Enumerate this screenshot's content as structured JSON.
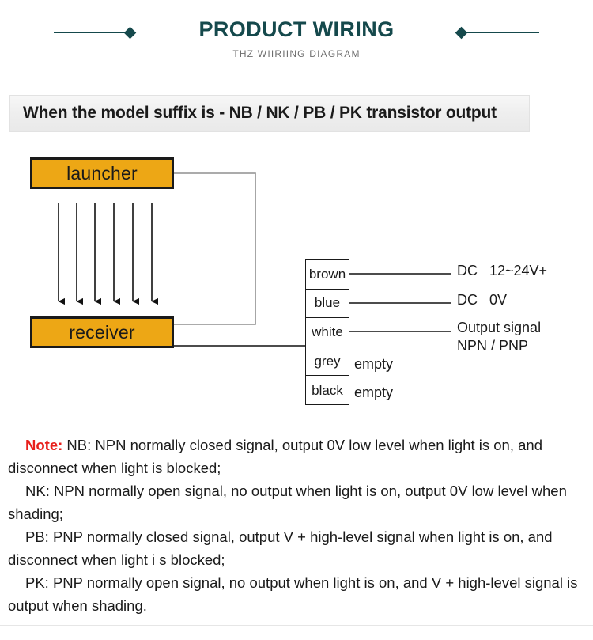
{
  "header": {
    "title": "PRODUCT WIRING",
    "subtitle": "THZ WIIRIING DIAGRAM",
    "accent_color": "#15494c"
  },
  "banner": {
    "text": "When the model suffix is - NB / NK / PB / PK transistor output"
  },
  "diagram": {
    "launcher_label": "launcher",
    "receiver_label": "receiver",
    "box_color": "#eda715",
    "beam_arrow_count": 6,
    "terminal_rows": [
      {
        "wire": "brown",
        "label": "DC   12~24V+"
      },
      {
        "wire": "blue",
        "label": "DC   0V"
      },
      {
        "wire": "white",
        "label": "Output signal\nNPN / PNP"
      },
      {
        "wire": "grey",
        "label": "empty"
      },
      {
        "wire": "black",
        "label": "empty"
      }
    ]
  },
  "notes": {
    "label": "Note:",
    "label_color": "#e8201c",
    "paragraphs": [
      " NB: NPN normally closed signal, output 0V low level when light is on, and disconnect when light is blocked;",
      "NK: NPN normally open signal, no output when light is on, output 0V low level when shading;",
      "PB: PNP normally closed signal, output V + high-level signal when light is on, and disconnect when light i  s blocked;",
      "PK: PNP normally open signal, no output when light is on, and V + high-level signal is output when shading."
    ]
  }
}
